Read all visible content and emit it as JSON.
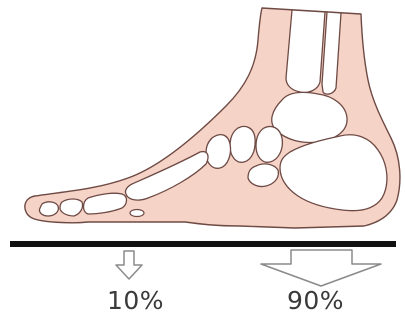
{
  "labels": {
    "forefoot_percent": "10%",
    "heel_percent": "90%"
  },
  "load_distribution": {
    "forefoot": 10,
    "heel": 90
  },
  "colors": {
    "skin": "#f6d3c7",
    "outline": "#6e4a44",
    "bone_fill": "#ffffff",
    "ground": "#111111",
    "arrow_stroke": "#8a8a8a",
    "text": "#3a3a3a"
  }
}
